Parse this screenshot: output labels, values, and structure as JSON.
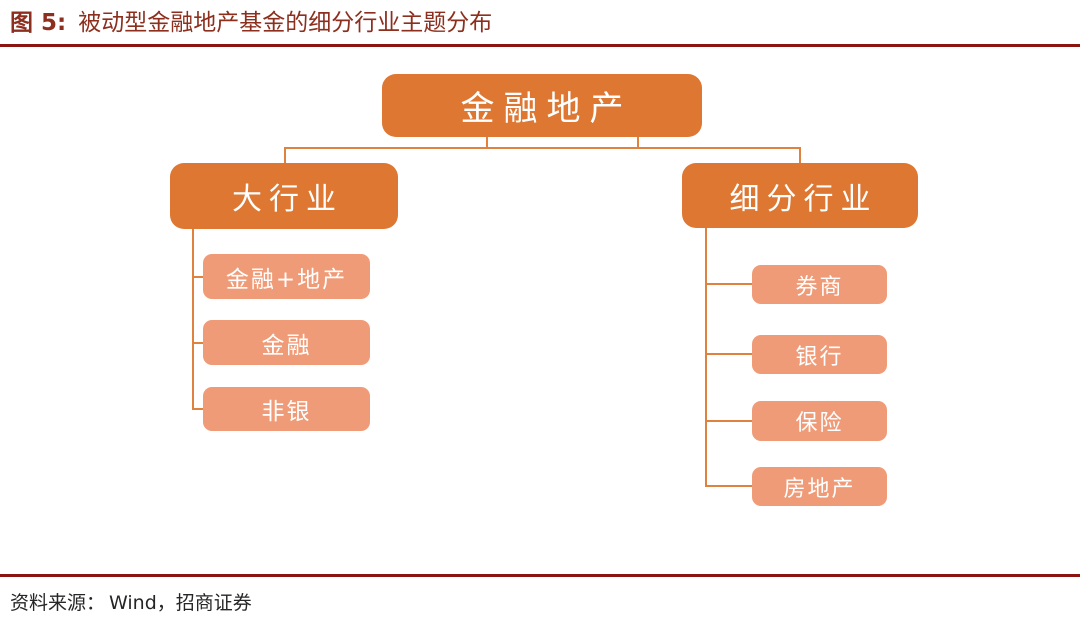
{
  "header": {
    "figure_tag": "图 5:",
    "title": "被动型金融地产基金的细分行业主题分布"
  },
  "tree": {
    "root": {
      "label": "金融地产"
    },
    "branches": [
      {
        "label": "大行业",
        "children": [
          {
            "label": "金融+地产"
          },
          {
            "label": "金融"
          },
          {
            "label": "非银"
          }
        ]
      },
      {
        "label": "细分行业",
        "children": [
          {
            "label": "券商"
          },
          {
            "label": "银行"
          },
          {
            "label": "保险"
          },
          {
            "label": "房地产"
          }
        ]
      }
    ]
  },
  "footer": {
    "source_label": "资料来源：",
    "source_text": "Wind，招商证券"
  },
  "colors": {
    "title_text": "#8C2F1E",
    "rule": "#8B1410",
    "node_primary": "#DD7732",
    "node_secondary": "#F09B77",
    "node_text": "#FFFFFF",
    "connector": "#E0823F",
    "footer_text": "#262626"
  }
}
